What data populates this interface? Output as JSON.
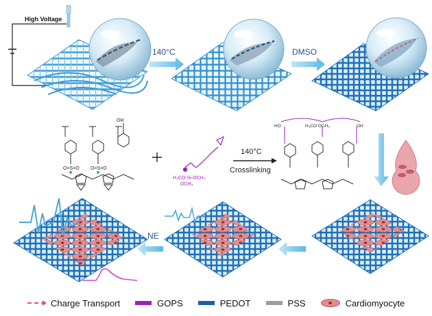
{
  "labels": {
    "high_voltage": "High Voltage",
    "step1": "140°C",
    "step2": "DMSO",
    "crosslink_temp": "140°C",
    "crosslink_word": "Crosslinking",
    "ne": "NE"
  },
  "legend": [
    {
      "label": "Charge Transport",
      "kind": "dash",
      "color": "#e0506a"
    },
    {
      "label": "GOPS",
      "kind": "bar",
      "color": "#9b1fc1"
    },
    {
      "label": "PEDOT",
      "kind": "bar",
      "color": "#1e5fa8"
    },
    {
      "label": "PSS",
      "kind": "bar",
      "color": "#9c9c9c"
    },
    {
      "label": "Cardiomyocyte",
      "kind": "cell",
      "color": "#e58c8c"
    }
  ],
  "colors": {
    "mesh": "#4aa3d8",
    "arrow": "#7cc8ea",
    "cell": "#e58c8c",
    "gops": "#9b1fc1"
  }
}
